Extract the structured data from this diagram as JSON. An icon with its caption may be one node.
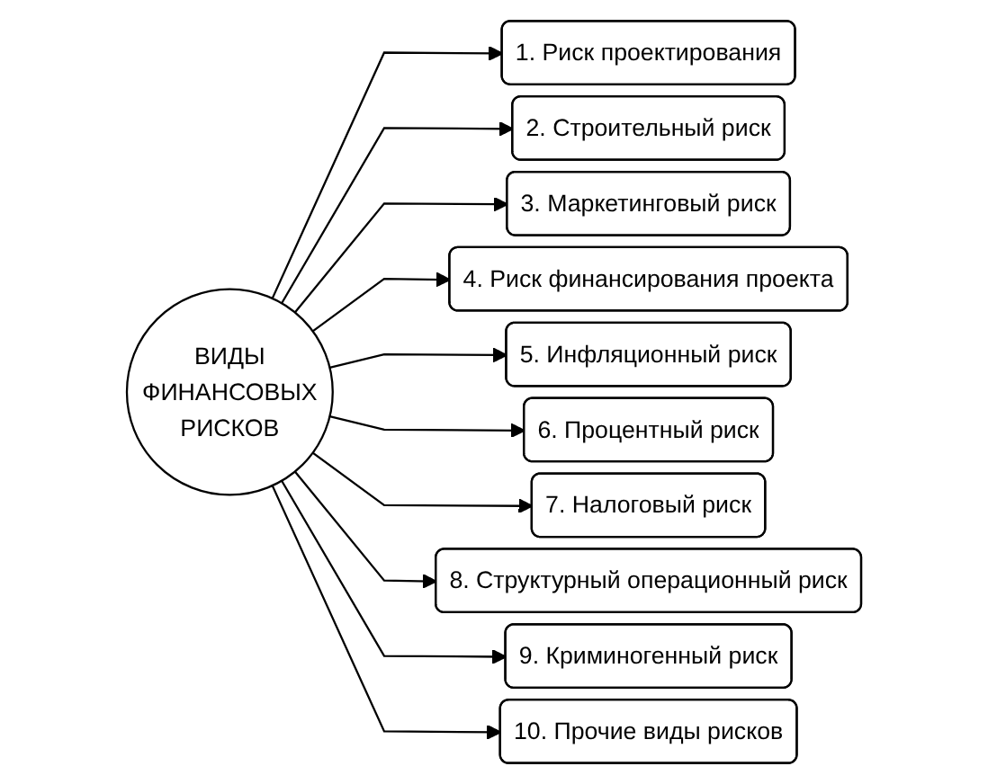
{
  "diagram": {
    "nodes": [
      {
        "text": [
          "1. Риск проектирования"
        ]
      },
      {
        "text": [
          "2. Строительный риск"
        ]
      },
      {
        "text": [
          "3. Маркетинговый риск"
        ]
      },
      {
        "text": [
          "10. Прочие виды рисков"
        ]
      },
      {
        "text": [
          "ВИДЫ ФИНАНСОВЫХ РИСКОВ"
        ]
      },
      {
        "text": [
          "4. Риск финансирования проекта"
        ]
      },
      {
        "text": [
          "9. Криминогенный риск"
        ]
      },
      {
        "text": [
          "5. Инфляционный риск"
        ]
      },
      {
        "text": [
          "8. Структурный операционный риск"
        ]
      },
      {
        "text": [
          "7. Налоговый риск"
        ]
      },
      {
        "text": [
          "6. Процентный риск"
        ]
      }
    ],
    "edges": [
      {
        "from": 4,
        "to": 0,
        "arrow": "to"
      },
      {
        "from": 4,
        "to": 1,
        "arrow": "to"
      },
      {
        "from": 4,
        "to": 2,
        "arrow": "to"
      },
      {
        "from": 4,
        "to": 5,
        "arrow": "to"
      },
      {
        "from": 4,
        "to": 7,
        "arrow": "to"
      },
      {
        "from": 4,
        "to": 10,
        "arrow": "to"
      },
      {
        "from": 4,
        "to": 9,
        "arrow": "to"
      },
      {
        "from": 4,
        "to": 8,
        "arrow": "to"
      },
      {
        "from": 4,
        "to": 6,
        "arrow": "to"
      },
      {
        "from": 4,
        "to": 3,
        "arrow": "to"
      }
    ]
  }
}
